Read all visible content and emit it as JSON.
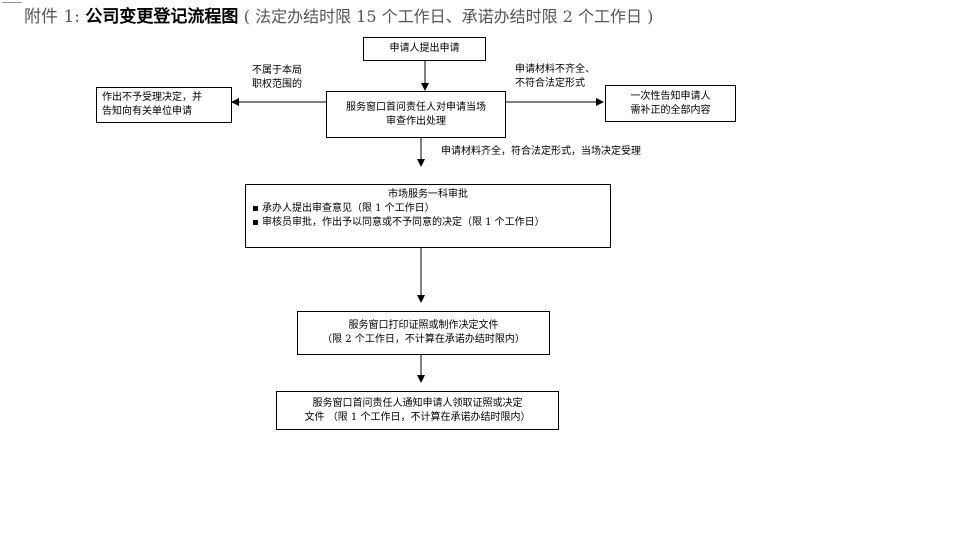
{
  "title": {
    "prefix": "附件 1:",
    "main": "公司变更登记流程图",
    "note": "( 法定办结时限 15 个工作日、承诺办结时限 2 个工作日 )"
  },
  "nodes": {
    "apply": "申请人提出申请",
    "review": [
      "服务窗口首问责任人对申请当场",
      "审查作出处理"
    ],
    "reject": [
      "作出不予受理决定，并",
      "告知向有关单位申请"
    ],
    "notify_supplement": [
      "一次性告知申请人",
      "需补正的全部内容"
    ],
    "approval": {
      "heading": "市场服务一科审批",
      "items": [
        "▪ 承办人提出审查意见（限 1 个工作日）",
        "▪ 审核员审批，作出予以同意或不予同意的决定（限 1 个工作日）"
      ]
    },
    "print": [
      "服务窗口打印证照或制作决定文件",
      "（限 2 个工作日，不计算在承诺办结时限内）"
    ],
    "collect": [
      "服务窗口首问责任人通知申请人领取证照或决定",
      "文件 （限 1 个工作日，不计算在承诺办结时限内）"
    ]
  },
  "edge_labels": {
    "not_in_scope": [
      "不属于本局",
      "职权范围的"
    ],
    "incomplete": [
      "申请材料不齐全、",
      "不符合法定形式"
    ],
    "accepted": "申请材料齐全，符合法定形式，当场决定受理"
  }
}
